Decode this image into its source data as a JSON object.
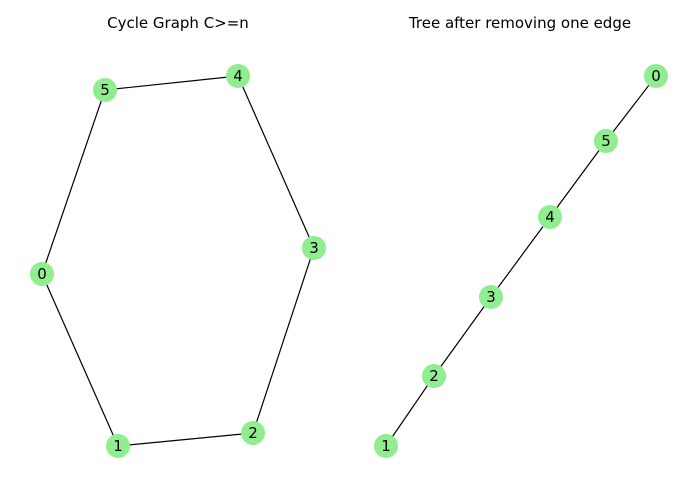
{
  "colors": {
    "node_fill": "#90ee90",
    "edge": "#000000",
    "text": "#000000",
    "background": "#ffffff"
  },
  "panels": [
    {
      "id": "cycle",
      "title": "Cycle Graph C>=n",
      "nodes": [
        "5",
        "4",
        "0",
        "3",
        "2",
        "1"
      ],
      "edges": [
        [
          "0",
          "1"
        ],
        [
          "1",
          "2"
        ],
        [
          "2",
          "3"
        ],
        [
          "3",
          "4"
        ],
        [
          "4",
          "5"
        ],
        [
          "5",
          "0"
        ]
      ]
    },
    {
      "id": "tree",
      "title": "Tree after removing one edge",
      "nodes": [
        "0",
        "5",
        "4",
        "3",
        "2",
        "1"
      ],
      "edges": [
        [
          "0",
          "5"
        ],
        [
          "5",
          "4"
        ],
        [
          "4",
          "3"
        ],
        [
          "3",
          "2"
        ],
        [
          "2",
          "1"
        ]
      ]
    }
  ]
}
